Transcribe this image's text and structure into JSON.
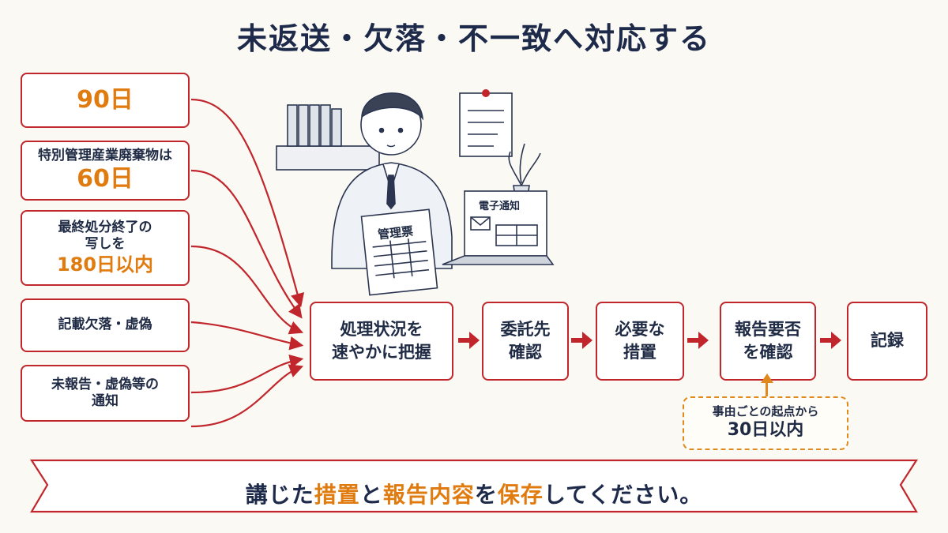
{
  "title": "未返送・欠落・不一致へ対応する",
  "conditions": [
    {
      "lines": [],
      "highlight": "90日"
    },
    {
      "lines": [
        "特別管理産業廃棄物は"
      ],
      "highlight": "60日"
    },
    {
      "lines": [
        "最終処分終了の",
        "写しを"
      ],
      "highlight": "180日以内"
    },
    {
      "lines": [
        "記載欠落・虚偽"
      ],
      "highlight": ""
    },
    {
      "lines": [
        "未報告・虚偽等の",
        "通知"
      ],
      "highlight": ""
    }
  ],
  "illustration": {
    "document_label": "管理票",
    "laptop_label": "電子通知"
  },
  "steps": [
    "処理状況を\n速やかに把握",
    "委託先\n確認",
    "必要な\n措置",
    "報告要否\nを確認",
    "記録"
  ],
  "note": {
    "line1": "事由ごとの起点から",
    "line2": "30日以内"
  },
  "banner": {
    "parts": [
      {
        "text": "講じた",
        "accent": false
      },
      {
        "text": "措置",
        "accent": true
      },
      {
        "text": "と",
        "accent": false
      },
      {
        "text": "報告内容",
        "accent": true
      },
      {
        "text": "を",
        "accent": false
      },
      {
        "text": "保存",
        "accent": true
      },
      {
        "text": "してください。",
        "accent": false
      }
    ]
  },
  "colors": {
    "accent_red": "#c0262b",
    "accent_orange": "#e07b10",
    "navy": "#1e2a4a"
  }
}
